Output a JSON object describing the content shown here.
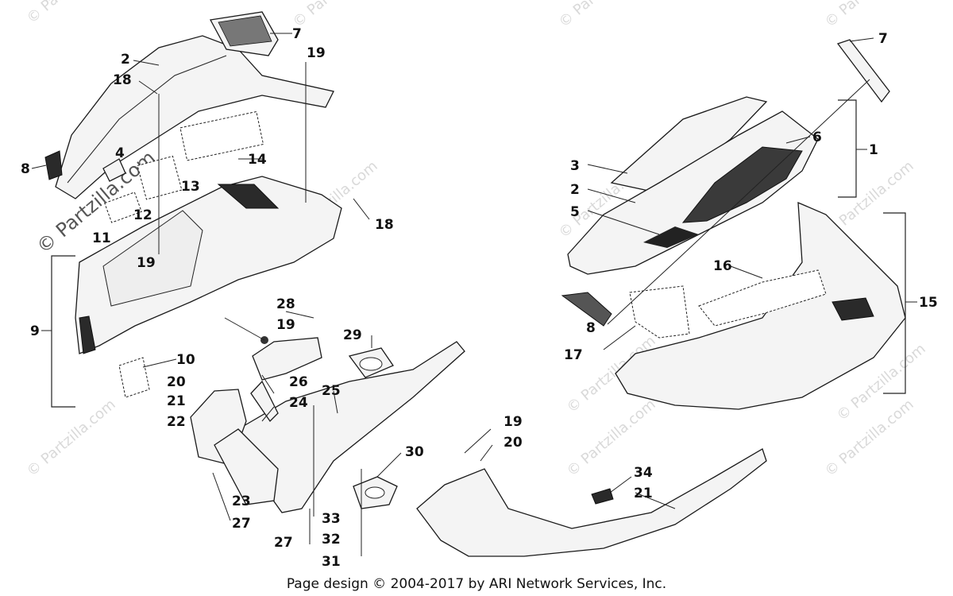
{
  "footer": "Page design © 2004-2017 by ARI Network Services, Inc.",
  "watermark": {
    "small": "© Partzilla.com",
    "large": "© Partzilla.com"
  },
  "callouts": {
    "c1": "1",
    "c2a": "2",
    "c2b": "2",
    "c3": "3",
    "c4": "4",
    "c5": "5",
    "c6": "6",
    "c7a": "7",
    "c7b": "7",
    "c8a": "8",
    "c8b": "8",
    "c9": "9",
    "c10": "10",
    "c11": "11",
    "c12": "12",
    "c13": "13",
    "c14": "14",
    "c15": "15",
    "c16": "16",
    "c17": "17",
    "c18a": "18",
    "c18b": "18",
    "c19a": "19",
    "c19b": "19",
    "c19c": "19",
    "c19d": "19",
    "c20a": "20",
    "c20b": "20",
    "c21a": "21",
    "c21b": "21",
    "c22": "22",
    "c23": "23",
    "c24": "24",
    "c25": "25",
    "c26": "26",
    "c27a": "27",
    "c27b": "27",
    "c28": "28",
    "c29": "29",
    "c30": "30",
    "c31": "31",
    "c32": "32",
    "c33": "33",
    "c34": "34"
  }
}
